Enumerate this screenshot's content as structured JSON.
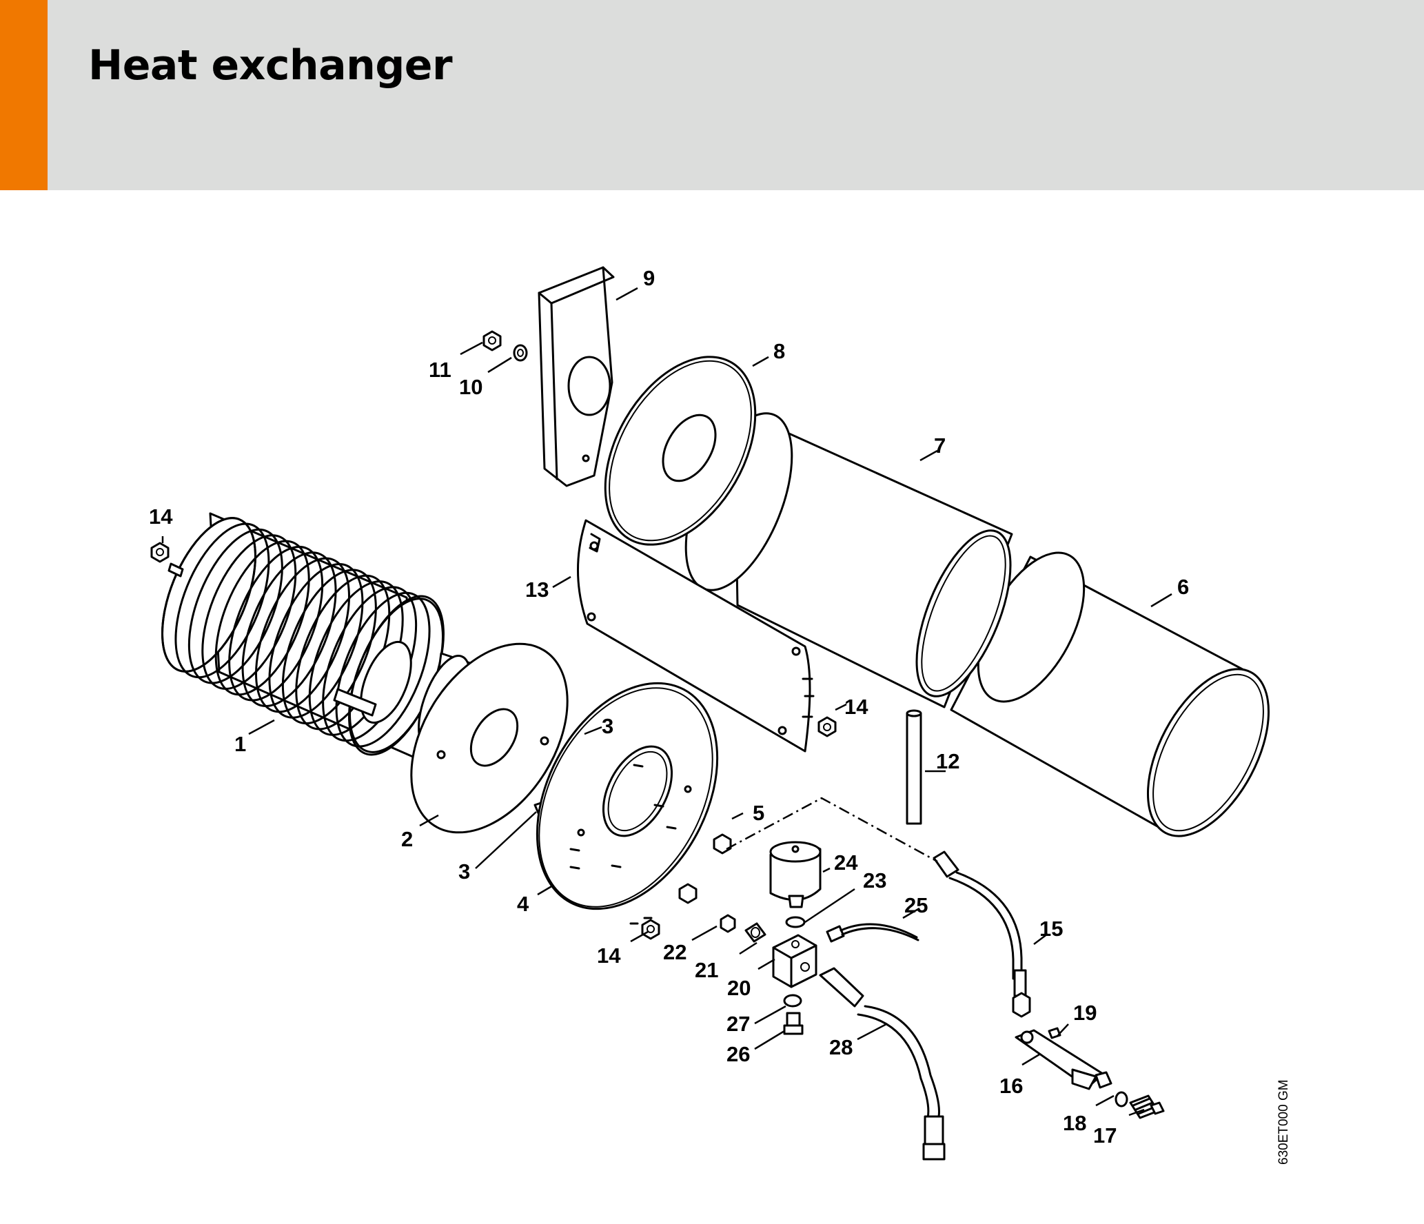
{
  "title": "Heat exchanger",
  "image_code": "630ET000 GM",
  "colors": {
    "accent": "#f07800",
    "header_bg": "#dcdddc"
  },
  "callouts": {
    "c1": "1",
    "c2": "2",
    "c3a": "3",
    "c3b": "3",
    "c4": "4",
    "c5": "5",
    "c6": "6",
    "c7": "7",
    "c8": "8",
    "c9": "9",
    "c10": "10",
    "c11": "11",
    "c12": "12",
    "c13": "13",
    "c14a": "14",
    "c14b": "14",
    "c14c": "14",
    "c15": "15",
    "c16": "16",
    "c17": "17",
    "c18": "18",
    "c19": "19",
    "c20": "20",
    "c21": "21",
    "c22": "22",
    "c23": "23",
    "c24": "24",
    "c25": "25",
    "c26": "26",
    "c27": "27",
    "c28": "28"
  }
}
